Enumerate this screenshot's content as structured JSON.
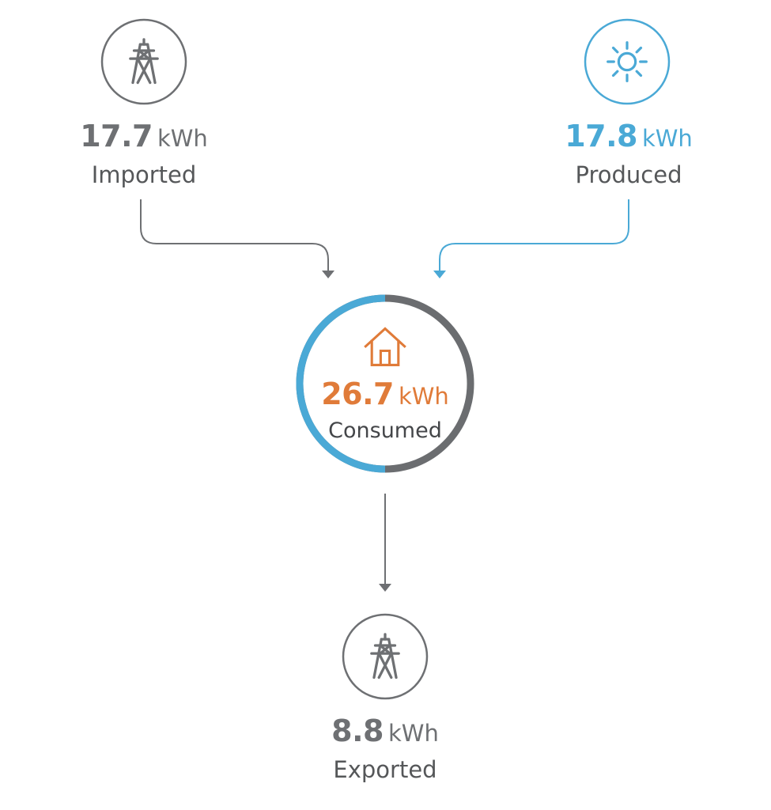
{
  "colors": {
    "grid": "#6e7073",
    "solar": "#4aa9d6",
    "home": "#e07b39",
    "ring_gray": "#6b6d70",
    "caption": "#555759"
  },
  "imported": {
    "value": "17.7",
    "unit": "kWh",
    "caption": "Imported",
    "icon": "power-tower-icon"
  },
  "produced": {
    "value": "17.8",
    "unit": "kWh",
    "caption": "Produced",
    "icon": "sun-icon"
  },
  "consumed": {
    "value": "26.7",
    "unit": "kWh",
    "caption": "Consumed",
    "icon": "house-icon",
    "solar_share": 0.5
  },
  "exported": {
    "value": "8.8",
    "unit": "kWh",
    "caption": "Exported",
    "icon": "power-tower-icon"
  }
}
